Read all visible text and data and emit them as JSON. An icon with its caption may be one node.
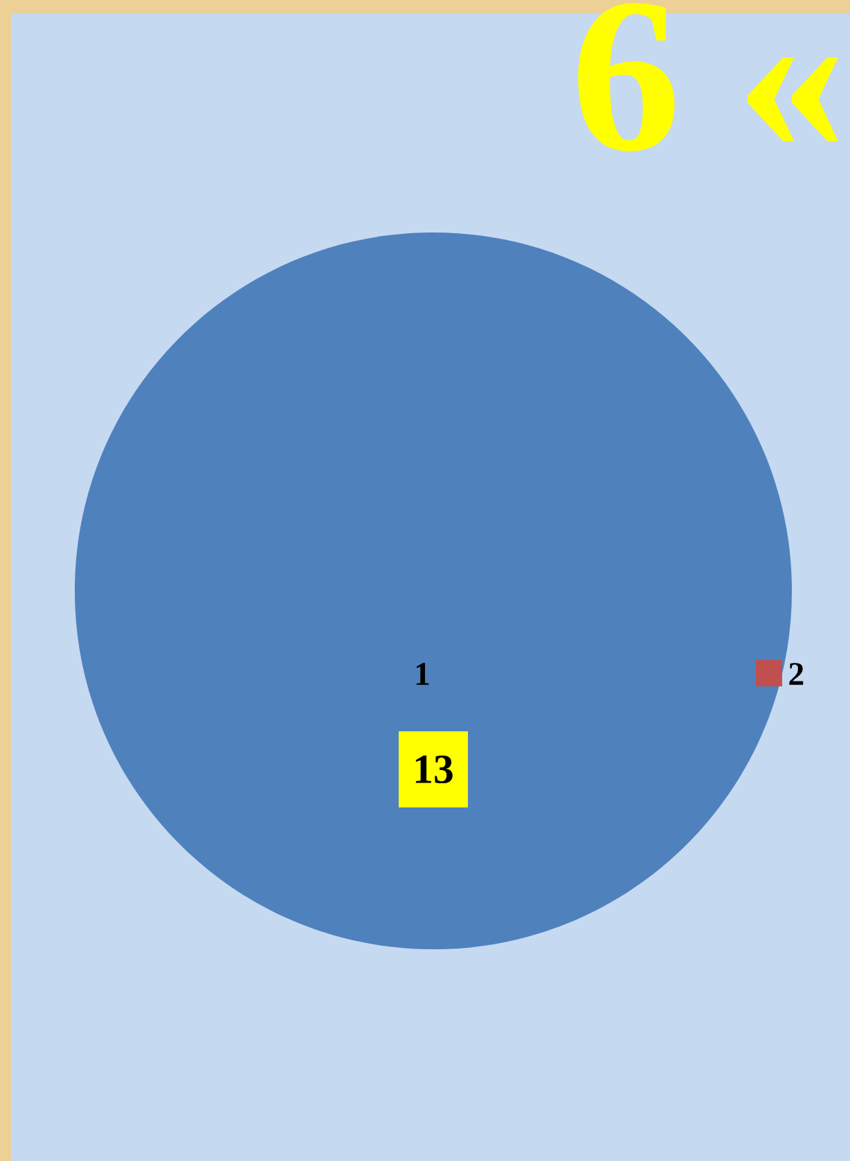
{
  "diagram": {
    "title": "6 «",
    "nodes": [
      {
        "text": [],
        "shape": "circle"
      },
      {
        "text": [
          "13"
        ],
        "in": 0
      }
    ],
    "labels": [
      "1",
      "2"
    ]
  }
}
